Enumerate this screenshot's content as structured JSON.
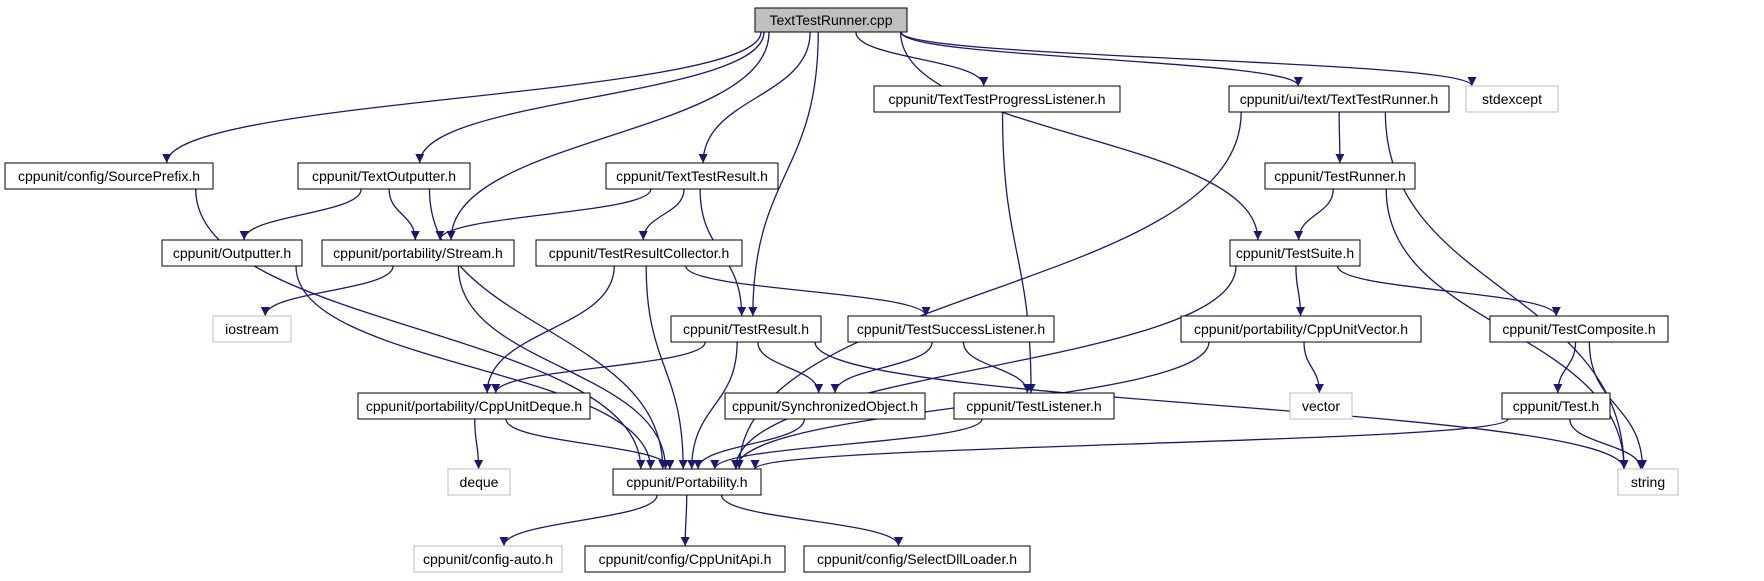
{
  "colors": {
    "edge": "#191970",
    "box_border": "#000000",
    "external_border": "#bfbfbf",
    "root_fill": "#bfbfbf",
    "text": "#000000",
    "background": "#ffffff"
  },
  "diagram": {
    "nodes": [
      {
        "id": "root",
        "label": "TextTestRunner.cpp",
        "kind": "root"
      },
      {
        "id": "sourceprefix",
        "label": "cppunit/config/SourcePrefix.h",
        "kind": "header"
      },
      {
        "id": "textoutputter",
        "label": "cppunit/TextOutputter.h",
        "kind": "header"
      },
      {
        "id": "texttestresult",
        "label": "cppunit/TextTestResult.h",
        "kind": "header"
      },
      {
        "id": "progresslistener",
        "label": "cppunit/TextTestProgressListener.h",
        "kind": "header"
      },
      {
        "id": "uitextrunner",
        "label": "cppunit/ui/text/TextTestRunner.h",
        "kind": "header"
      },
      {
        "id": "stdexcept",
        "label": "stdexcept",
        "kind": "external"
      },
      {
        "id": "outputter",
        "label": "cppunit/Outputter.h",
        "kind": "header"
      },
      {
        "id": "stream",
        "label": "cppunit/portability/Stream.h",
        "kind": "header"
      },
      {
        "id": "resultcollector",
        "label": "cppunit/TestResultCollector.h",
        "kind": "header"
      },
      {
        "id": "testrunner",
        "label": "cppunit/TestRunner.h",
        "kind": "header"
      },
      {
        "id": "testsuite",
        "label": "cppunit/TestSuite.h",
        "kind": "header"
      },
      {
        "id": "iostream",
        "label": "iostream",
        "kind": "external"
      },
      {
        "id": "testresult",
        "label": "cppunit/TestResult.h",
        "kind": "header"
      },
      {
        "id": "successlistener",
        "label": "cppunit/TestSuccessListener.h",
        "kind": "header"
      },
      {
        "id": "cppunitvector",
        "label": "cppunit/portability/CppUnitVector.h",
        "kind": "header"
      },
      {
        "id": "testcomposite",
        "label": "cppunit/TestComposite.h",
        "kind": "header"
      },
      {
        "id": "cppunitdeque",
        "label": "cppunit/portability/CppUnitDeque.h",
        "kind": "header"
      },
      {
        "id": "synchronized",
        "label": "cppunit/SynchronizedObject.h",
        "kind": "header"
      },
      {
        "id": "testlistener",
        "label": "cppunit/TestListener.h",
        "kind": "header"
      },
      {
        "id": "vector",
        "label": "vector",
        "kind": "external"
      },
      {
        "id": "test",
        "label": "cppunit/Test.h",
        "kind": "header"
      },
      {
        "id": "deque",
        "label": "deque",
        "kind": "external"
      },
      {
        "id": "portability",
        "label": "cppunit/Portability.h",
        "kind": "header"
      },
      {
        "id": "string",
        "label": "string",
        "kind": "external"
      },
      {
        "id": "configauto",
        "label": "cppunit/config-auto.h",
        "kind": "external"
      },
      {
        "id": "cppunitapi",
        "label": "cppunit/config/CppUnitApi.h",
        "kind": "header"
      },
      {
        "id": "selectdll",
        "label": "cppunit/config/SelectDllLoader.h",
        "kind": "header"
      }
    ],
    "edges": [
      {
        "from": "root",
        "to": "sourceprefix"
      },
      {
        "from": "root",
        "to": "textoutputter"
      },
      {
        "from": "root",
        "to": "stream"
      },
      {
        "from": "root",
        "to": "texttestresult"
      },
      {
        "from": "root",
        "to": "testresult"
      },
      {
        "from": "root",
        "to": "progresslistener"
      },
      {
        "from": "root",
        "to": "testsuite"
      },
      {
        "from": "root",
        "to": "uitextrunner"
      },
      {
        "from": "root",
        "to": "stdexcept"
      },
      {
        "from": "sourceprefix",
        "to": "portability"
      },
      {
        "from": "textoutputter",
        "to": "portability"
      },
      {
        "from": "textoutputter",
        "to": "outputter"
      },
      {
        "from": "textoutputter",
        "to": "stream"
      },
      {
        "from": "texttestresult",
        "to": "stream"
      },
      {
        "from": "texttestresult",
        "to": "resultcollector"
      },
      {
        "from": "texttestresult",
        "to": "testresult"
      },
      {
        "from": "progresslistener",
        "to": "testlistener"
      },
      {
        "from": "uitextrunner",
        "to": "testrunner"
      },
      {
        "from": "uitextrunner",
        "to": "portability"
      },
      {
        "from": "uitextrunner",
        "to": "string"
      },
      {
        "from": "outputter",
        "to": "portability"
      },
      {
        "from": "stream",
        "to": "iostream"
      },
      {
        "from": "stream",
        "to": "portability"
      },
      {
        "from": "resultcollector",
        "to": "cppunitdeque"
      },
      {
        "from": "resultcollector",
        "to": "portability"
      },
      {
        "from": "resultcollector",
        "to": "successlistener"
      },
      {
        "from": "testrunner",
        "to": "testsuite"
      },
      {
        "from": "testrunner",
        "to": "string"
      },
      {
        "from": "testsuite",
        "to": "portability"
      },
      {
        "from": "testsuite",
        "to": "cppunitvector"
      },
      {
        "from": "testsuite",
        "to": "testcomposite"
      },
      {
        "from": "testresult",
        "to": "cppunitdeque"
      },
      {
        "from": "testresult",
        "to": "portability"
      },
      {
        "from": "testresult",
        "to": "synchronized"
      },
      {
        "from": "testresult",
        "to": "string"
      },
      {
        "from": "successlistener",
        "to": "synchronized"
      },
      {
        "from": "successlistener",
        "to": "testlistener"
      },
      {
        "from": "cppunitvector",
        "to": "vector"
      },
      {
        "from": "cppunitvector",
        "to": "portability"
      },
      {
        "from": "testcomposite",
        "to": "test"
      },
      {
        "from": "testcomposite",
        "to": "string"
      },
      {
        "from": "cppunitdeque",
        "to": "deque"
      },
      {
        "from": "cppunitdeque",
        "to": "portability"
      },
      {
        "from": "synchronized",
        "to": "portability"
      },
      {
        "from": "testlistener",
        "to": "portability"
      },
      {
        "from": "test",
        "to": "portability"
      },
      {
        "from": "test",
        "to": "string"
      },
      {
        "from": "portability",
        "to": "configauto"
      },
      {
        "from": "portability",
        "to": "cppunitapi"
      },
      {
        "from": "portability",
        "to": "selectdll"
      }
    ]
  }
}
